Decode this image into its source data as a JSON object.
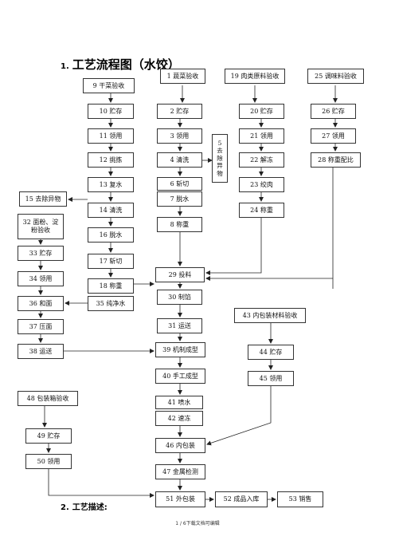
{
  "headings": {
    "h1_num": "1.",
    "h1_text": "工艺流程图（水饺）",
    "h2_num": "2.",
    "h2_text": "工艺描述:"
  },
  "footer": "1 / 6下载文档可编辑",
  "steps": {
    "b1": "1 蔬菜验收",
    "b2": "2 贮存",
    "b3": "3 领用",
    "b4": "4 清洗",
    "b5": "5\n去\n除\n异\n物",
    "b6": "6 斩切",
    "b7": "7 脱水",
    "b8": "8 称重",
    "b9": "9 干菜验收",
    "b10": "10 贮存",
    "b11": "11 领用",
    "b12": "12 挑拣",
    "b13": "13 复水",
    "b14": "14 清洗",
    "b15": "15 去除异物",
    "b16": "16 脱水",
    "b17": "17 斩切",
    "b18": "18 称重",
    "b19": "19 肉类原料验收",
    "b20": "20 贮存",
    "b21": "21 领用",
    "b22": "22 解冻",
    "b23": "23 绞肉",
    "b24": "24 称重",
    "b25": "25 调味料验收",
    "b26": "26 贮存",
    "b27": "27 领用",
    "b28": "28 称重配比",
    "b29": "29 投料",
    "b30": "30 制馅",
    "b31": "31 运送",
    "b32": "32 面粉、淀粉验收",
    "b33": "33 贮存",
    "b34": "34 领用",
    "b35": "35 纯净水",
    "b36": "36 和面",
    "b37": "37 压面",
    "b38": "38 运送",
    "b39": "39 机制成型",
    "b40": "40 手工成型",
    "b41": "41 喷水",
    "b42": "42 速冻",
    "b43": "43 内包装材料验收",
    "b44": "44 贮存",
    "b45": "45 领用",
    "b46": "46 内包装",
    "b47": "47 金属检测",
    "b48": "48 包装箱验收",
    "b49": "49 贮存",
    "b50": "50 领用",
    "b51": "51 外包装",
    "b52": "52 成品入库",
    "b53": "53 销售"
  },
  "colors": {
    "line": "#222222",
    "border": "#333333"
  }
}
